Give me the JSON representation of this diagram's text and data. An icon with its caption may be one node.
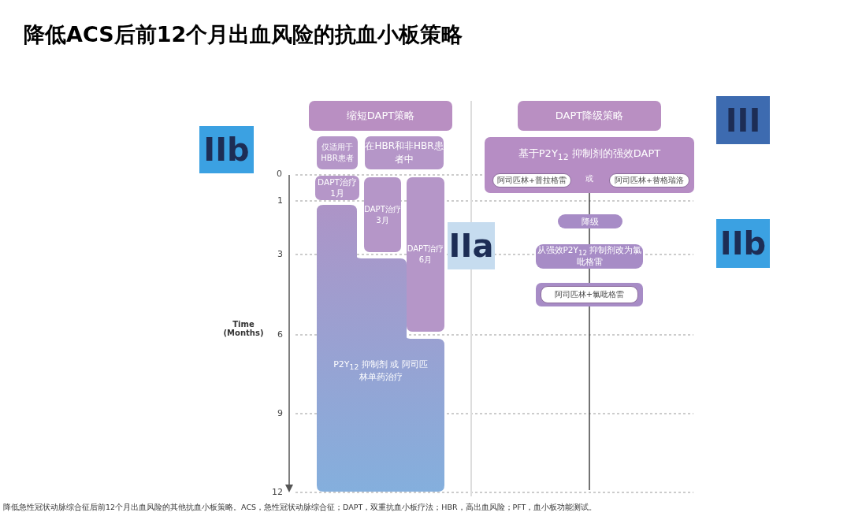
{
  "diagram": {
    "title": "降低ACS后前12个月出血风险的抗血小板策略",
    "caption": "降低急性冠状动脉综合征后前12个月出血风险的其他抗血小板策略。ACS，急性冠状动脉综合征；DAPT，双重抗血小板疗法；HBR，高出血风险；PFT，血小板功能测试。",
    "nodes": [
      {
        "text": [
          "缩短DAPT策略"
        ]
      },
      {
        "text": [
          "仅适用于HBR患者"
        ]
      },
      {
        "text": [
          "在HBR和非HBR患者中"
        ]
      },
      {
        "text": [
          "DAPT治疗1月"
        ]
      },
      {
        "text": [
          "DAPT治疗3月"
        ]
      },
      {
        "text": [
          "DAPT治疗6月"
        ]
      },
      {
        "text": [
          "P2Y$_{12}$ 抑制剂 或 阿司匹林单药治疗"
        ]
      },
      {
        "text": [
          "DAPT降级策略"
        ]
      },
      {
        "text": [
          "基于P2Y$_{12}$ 抑制剂的强效DAPT"
        ]
      },
      {
        "text": [
          "阿司匹林+普拉格雷"
        ],
        "in": 8
      },
      {
        "text": [
          "阿司匹林+替格瑞洛"
        ],
        "in": 8
      },
      {
        "text": [
          "降级"
        ]
      },
      {
        "text": [
          "从强效P2Y$_{12}$ 抑制剂改为氯吡格雷"
        ]
      },
      {
        "text": [
          "阿司匹林+氯吡格雷"
        ]
      }
    ],
    "edges": [
      {
        "from": 8,
        "to": 11,
        "arrow": "none"
      },
      {
        "from": 11,
        "to": 12,
        "arrow": "none"
      },
      {
        "from": 12,
        "to": 13,
        "arrow": "none"
      },
      {
        "from": 13,
        "to": null,
        "arrow": "none"
      }
    ],
    "labels": [
      "III",
      "IIb",
      "或",
      "0",
      "1",
      "IIa",
      "IIb",
      "3",
      "Time (Months)",
      "6",
      "9",
      "12"
    ]
  }
}
